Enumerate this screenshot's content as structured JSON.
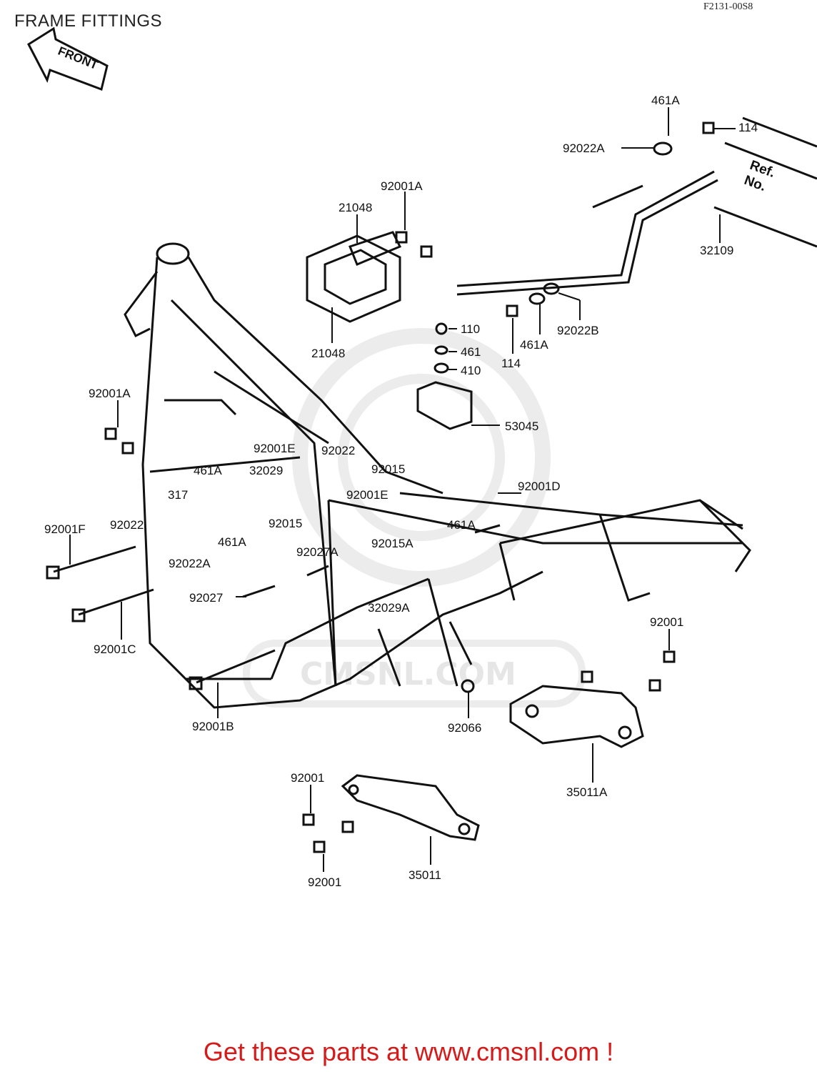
{
  "header": {
    "title": "FRAME FITTINGS",
    "figure_code": "F2131-00S8"
  },
  "front_arrow": {
    "label": "FRONT"
  },
  "watermark": {
    "text": "CMSNL.COM"
  },
  "reference_box": {
    "line1": "Ref.",
    "line2": "No."
  },
  "part_labels": {
    "p461A_top": "461A",
    "p114_top": "114",
    "p92022A_top": "92022A",
    "p32109": "32109",
    "p92001A_top": "92001A",
    "p21048_top": "21048",
    "p21048_bottom": "21048",
    "p110": "110",
    "p461": "461",
    "p410": "410",
    "p92022B": "92022B",
    "p461A_mid": "461A",
    "p114_mid": "114",
    "p53045": "53045",
    "p92001A_left": "92001A",
    "p92001E_top": "92001E",
    "p92022_mid": "92022",
    "p92015_top": "92015",
    "p461A_left": "461A",
    "p32029": "32029",
    "p92001E_mid": "92001E",
    "p317": "317",
    "p92001D": "92001D",
    "p92001F": "92001F",
    "p92022_left": "92022",
    "p92015_mid": "92015",
    "p461A_low": "461A",
    "p461A_right": "461A",
    "p92022A_left": "92022A",
    "p92027A": "92027A",
    "p92015A": "92015A",
    "p92027": "92027",
    "p32029A": "32029A",
    "p92001C": "92001C",
    "p92001_right": "92001",
    "p92001B": "92001B",
    "p92066": "92066",
    "p35011A": "35011A",
    "p92001_bl_top": "92001",
    "p35011": "35011",
    "p92001_bl_bottom": "92001"
  },
  "footer": {
    "text": "Get these parts at www.cmsnl.com !"
  },
  "colors": {
    "footer_text": "#d61a1a",
    "line": "#111111",
    "watermark": "#e6e6e6"
  }
}
